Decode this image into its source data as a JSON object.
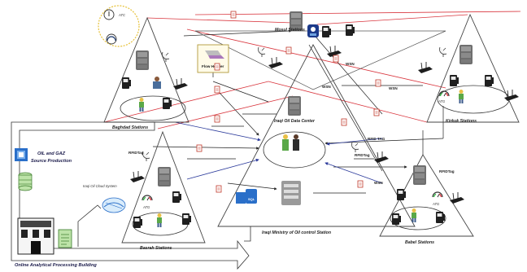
{
  "stations": {
    "mosul": "Mosul Stations",
    "baghdad": "Baghdad Stations",
    "kirkuk": "Kirkuk Stations",
    "basrah": "Basrah Stations",
    "babel": "Babel Stations",
    "ministry": "Iraqi Ministry of Oil control Station"
  },
  "center": {
    "data_center": "Iraqi Oil Data Center",
    "cloud_system": "Iraqi Oil Cloud System",
    "flow_header": "Flow Header"
  },
  "left": {
    "source_line1": "OIL and GAZ",
    "source_line2": "Source Production",
    "olap_building": "Online Analytical Processing Building",
    "gauge_label": "ATC"
  },
  "tags": {
    "wsn": "WSN",
    "rfid_tag": "RFIDTag",
    "rfid_tag_caps": "RFID TAG",
    "atg": "ATG"
  },
  "colors": {
    "red_link": "#d9363e",
    "blue_link": "#2b3a9b",
    "black_link": "#222222",
    "gauge_ring": "#e7c23a"
  }
}
